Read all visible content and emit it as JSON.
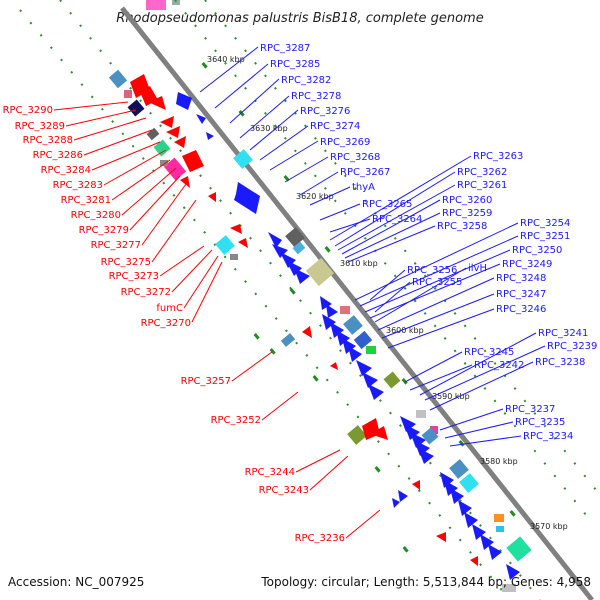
{
  "title": "Rhodopseudomonas palustris BisB18, complete genome",
  "accession": "Accession: NC_007925",
  "summary": "Topology: circular; Length: 5,513,844 bp; Genes: 4,958",
  "colors": {
    "forward": "#1a1aff",
    "reverse": "#ff0000",
    "backbone": "#7a7a7a",
    "tick": "#228b22"
  },
  "scale_ticks": [
    "3640 kbp",
    "3630 kbp",
    "3620 kbp",
    "3610 kbp",
    "3600 kbp",
    "3590 kbp",
    "3580 kbp",
    "3570 kbp"
  ],
  "forward_labels": [
    "RPC_3287",
    "RPC_3285",
    "RPC_3282",
    "RPC_3278",
    "RPC_3276",
    "RPC_3274",
    "RPC_3269",
    "RPC_3268",
    "RPC_3267",
    "thyA",
    "RPC_3265",
    "RPC_3264",
    "RPC_3263",
    "RPC_3262",
    "RPC_3261",
    "RPC_3260",
    "RPC_3259",
    "RPC_3258",
    "RPC_3254",
    "RPC_3251",
    "RPC_3250",
    "RPC_3249",
    "ilvH",
    "RPC_3256",
    "RPC_3248",
    "RPC_3255",
    "RPC_3247",
    "RPC_3246",
    "RPC_3241",
    "RPC_3239",
    "RPC_3245",
    "RPC_3242",
    "RPC_3238",
    "RPC_3237",
    "RPC_3235",
    "RPC_3234"
  ],
  "reverse_labels": [
    "RPC_3290",
    "RPC_3289",
    "RPC_3288",
    "RPC_3286",
    "RPC_3284",
    "RPC_3283",
    "RPC_3281",
    "RPC_3280",
    "RPC_3279",
    "RPC_3277",
    "RPC_3275",
    "RPC_3273",
    "RPC_3272",
    "fumC",
    "RPC_3270",
    "RPC_3257",
    "RPC_3252",
    "RPC_3244",
    "RPC_3243",
    "RPC_3236"
  ]
}
